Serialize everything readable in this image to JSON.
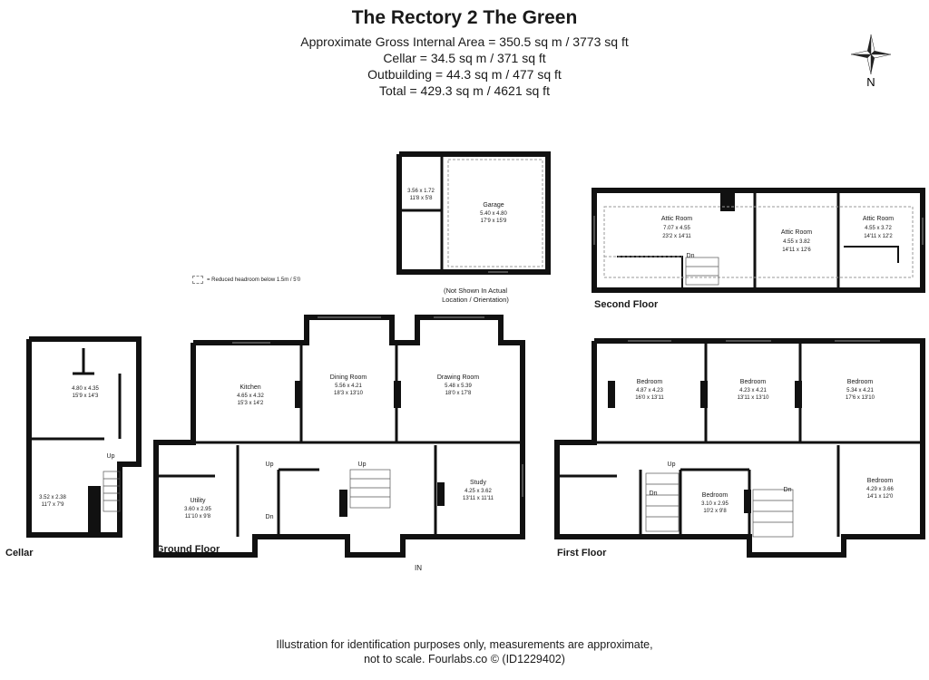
{
  "header": {
    "title": "The Rectory 2 The Green",
    "areas": [
      "Approximate Gross Internal Area = 350.5 sq m / 3773 sq ft",
      "Cellar = 34.5 sq m / 371 sq ft",
      "Outbuilding = 44.3 sq m / 477 sq ft",
      "Total = 429.3 sq m / 4621 sq ft"
    ]
  },
  "compass": {
    "label": "N"
  },
  "legend": {
    "text": "= Reduced headroom below 1.5m / 5'0"
  },
  "outbuilding_note": "(Not Shown In Actual Location / Orientation)",
  "floors": {
    "cellar": "Cellar",
    "ground": "Ground Floor",
    "first": "First Floor",
    "second": "Second Floor"
  },
  "rooms": {
    "cellar_main": {
      "name": "",
      "m": "4.80 x 4.35",
      "ft": "15'9 x 14'3"
    },
    "cellar_small": {
      "name": "",
      "m": "3.52 x 2.38",
      "ft": "11'7 x 7'9"
    },
    "store": {
      "name": "",
      "m": "3.56 x 1.72",
      "ft": "11'8 x 5'8"
    },
    "garage": {
      "name": "Garage",
      "m": "5.40 x 4.80",
      "ft": "17'9 x 15'9"
    },
    "attic1": {
      "name": "Attic Room",
      "m": "7.07 x 4.55",
      "ft": "23'2 x 14'11"
    },
    "attic2": {
      "name": "Attic Room",
      "m": "4.55 x 3.82",
      "ft": "14'11 x 12'6"
    },
    "attic3": {
      "name": "Attic Room",
      "m": "4.55 x 3.72",
      "ft": "14'11 x 12'2"
    },
    "kitchen": {
      "name": "Kitchen",
      "m": "4.65 x 4.32",
      "ft": "15'3 x 14'2"
    },
    "dining": {
      "name": "Dining Room",
      "m": "5.56 x 4.21",
      "ft": "18'3 x 13'10"
    },
    "drawing": {
      "name": "Drawing Room",
      "m": "5.48 x 5.39",
      "ft": "18'0 x 17'8"
    },
    "utility": {
      "name": "Utility",
      "m": "3.60 x 2.95",
      "ft": "11'10 x 9'8"
    },
    "study": {
      "name": "Study",
      "m": "4.25 x 3.62",
      "ft": "13'11 x 11'11"
    },
    "bed1": {
      "name": "Bedroom",
      "m": "4.87 x 4.23",
      "ft": "16'0 x 13'11"
    },
    "bed2": {
      "name": "Bedroom",
      "m": "4.23 x 4.21",
      "ft": "13'11 x 13'10"
    },
    "bed3": {
      "name": "Bedroom",
      "m": "5.34 x 4.21",
      "ft": "17'6 x 13'10"
    },
    "bed4": {
      "name": "Bedroom",
      "m": "3.10 x 2.95",
      "ft": "10'2 x 9'8"
    },
    "bed5": {
      "name": "Bedroom",
      "m": "4.29 x 3.66",
      "ft": "14'1 x 12'0"
    }
  },
  "stairs": {
    "up": "Up",
    "down": "Dn",
    "in": "IN"
  },
  "footer": [
    "Illustration for identification purposes only, measurements are approximate,",
    "not to scale. Fourlabs.co © (ID1229402)"
  ],
  "colors": {
    "wall": "#111111",
    "dashed": "#999999"
  }
}
